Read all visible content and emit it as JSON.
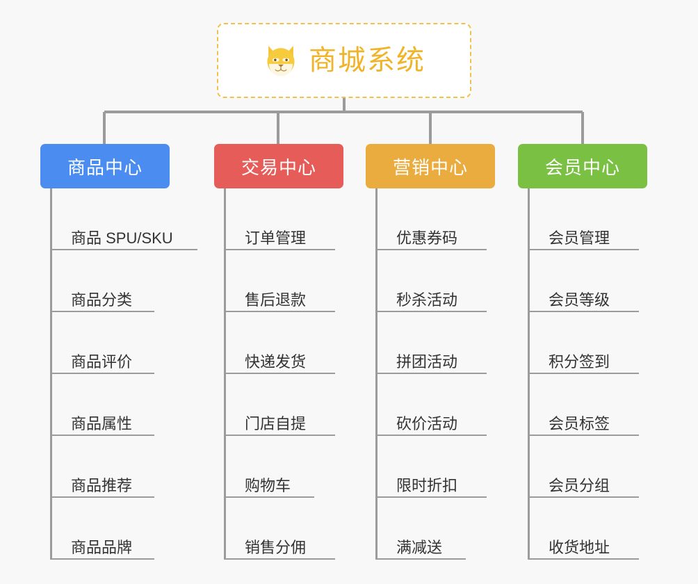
{
  "diagram": {
    "title": "商城系统",
    "type": "mindmap",
    "background_color": "#f8f8f8",
    "connector_color": "#9b9b9b"
  },
  "root": {
    "label": "商城系统",
    "icon": "shiba-dog-face-emoji",
    "text_color": "#f0b429",
    "border_color": "#f0c14b",
    "background_color": "#ffffff"
  },
  "branches": [
    {
      "label": "商品中心",
      "color": "#4a8cf0",
      "items": [
        {
          "label": "商品 SPU/SKU"
        },
        {
          "label": "商品分类"
        },
        {
          "label": "商品评价"
        },
        {
          "label": "商品属性"
        },
        {
          "label": "商品推荐"
        },
        {
          "label": "商品品牌"
        }
      ]
    },
    {
      "label": "交易中心",
      "color": "#e55c58",
      "items": [
        {
          "label": "订单管理"
        },
        {
          "label": "售后退款"
        },
        {
          "label": "快递发货"
        },
        {
          "label": "门店自提"
        },
        {
          "label": "购物车"
        },
        {
          "label": "销售分佣"
        }
      ]
    },
    {
      "label": "营销中心",
      "color": "#eaac3e",
      "items": [
        {
          "label": "优惠券码"
        },
        {
          "label": "秒杀活动"
        },
        {
          "label": "拼团活动"
        },
        {
          "label": "砍价活动"
        },
        {
          "label": "限时折扣"
        },
        {
          "label": "满减送"
        }
      ]
    },
    {
      "label": "会员中心",
      "color": "#7ac143",
      "items": [
        {
          "label": "会员管理"
        },
        {
          "label": "会员等级"
        },
        {
          "label": "积分签到"
        },
        {
          "label": "会员标签"
        },
        {
          "label": "会员分组"
        },
        {
          "label": "收货地址"
        }
      ]
    }
  ]
}
